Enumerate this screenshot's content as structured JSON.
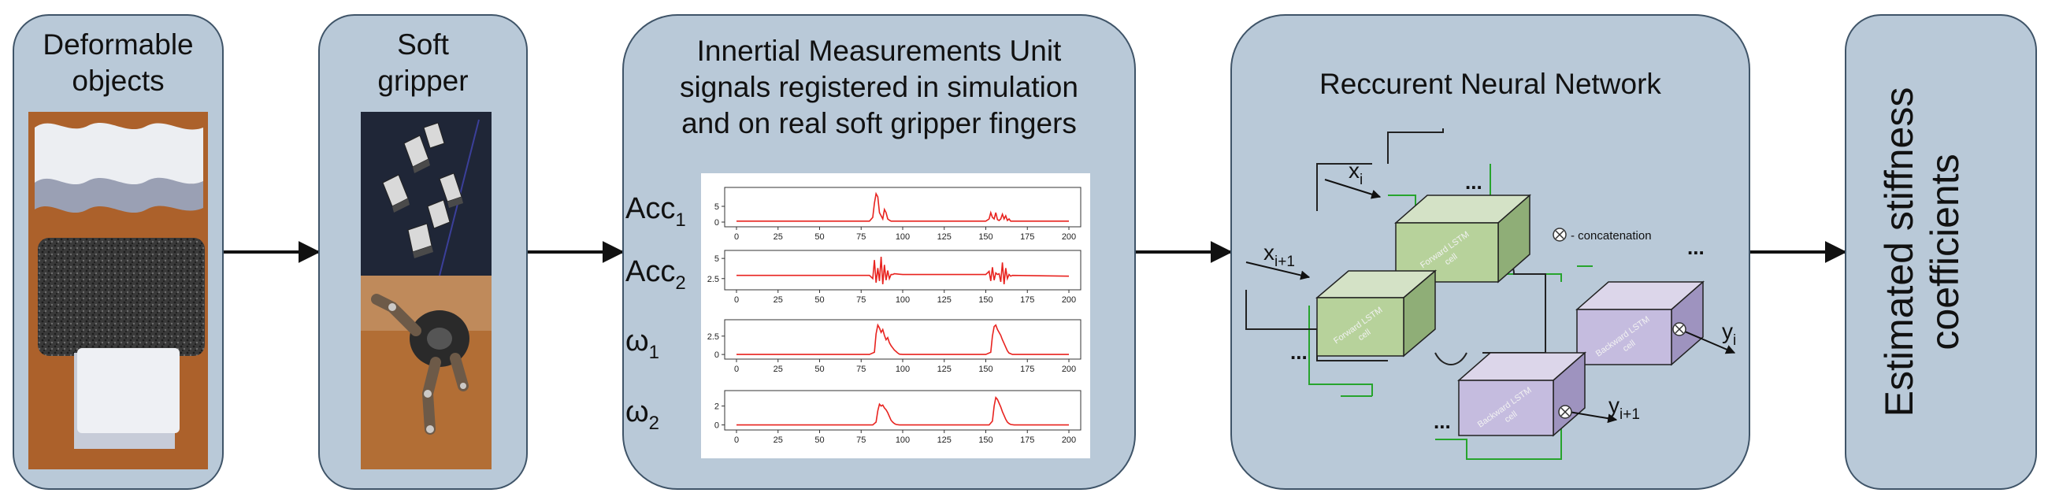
{
  "panels": {
    "deformable": {
      "title_line1": "Deformable",
      "title_line2": "objects"
    },
    "gripper": {
      "title_line1": "Soft",
      "title_line2": "gripper"
    },
    "imu": {
      "title_line1": "Innertial Measurements Unit",
      "title_line2": "signals registered in simulation",
      "title_line3": "and on real soft gripper fingers",
      "plot_labels": [
        {
          "main": "Acc",
          "sub": "1"
        },
        {
          "main": "Acc",
          "sub": "2"
        },
        {
          "main": "ω",
          "sub": "1"
        },
        {
          "main": "ω",
          "sub": "2"
        }
      ]
    },
    "rnn": {
      "title": "Reccurent Neural Network",
      "inputs": [
        {
          "main": "x",
          "sub": "i"
        },
        {
          "main": "x",
          "sub": "i+1"
        }
      ],
      "outputs": [
        {
          "main": "y",
          "sub": "i"
        },
        {
          "main": "y",
          "sub": "i+1"
        }
      ],
      "concat_label": "- concatenation",
      "forward_cell_label": [
        "Forward LSTM",
        "cell"
      ],
      "backward_cell_label": [
        "Backward LSTM",
        "cell"
      ],
      "ellipsis": "..."
    },
    "output": {
      "title_line1": "Estimated stiffness",
      "title_line2": "coefficients"
    }
  },
  "chart_data": [
    {
      "type": "line",
      "title": "",
      "xlim": [
        0,
        200
      ],
      "x_ticks": [
        0,
        25,
        50,
        75,
        100,
        125,
        150,
        175,
        200
      ],
      "y_ticks": [
        0,
        5
      ],
      "ylim": [
        -0.5,
        10
      ],
      "series": [
        {
          "color": "#e8231f",
          "x": [
            0,
            80,
            82,
            83,
            84,
            85,
            86,
            87,
            88,
            89,
            90,
            91,
            92,
            93,
            94,
            150,
            152,
            153,
            154,
            155,
            156,
            157,
            158,
            159,
            160,
            161,
            162,
            163,
            164,
            165,
            200
          ],
          "y": [
            0.3,
            0.3,
            1.5,
            6,
            9,
            8,
            3,
            2,
            1,
            4,
            3,
            1,
            0.6,
            0.3,
            0.3,
            0.3,
            1,
            3,
            1.5,
            1,
            3,
            0.8,
            0.5,
            1,
            2.5,
            1,
            2,
            0.5,
            1,
            0.3,
            0.3
          ]
        }
      ]
    },
    {
      "type": "line",
      "title": "",
      "xlim": [
        0,
        200
      ],
      "x_ticks": [
        0,
        25,
        50,
        75,
        100,
        125,
        150,
        175,
        200
      ],
      "y_ticks": [
        2.5,
        5.0
      ],
      "ylim": [
        1.5,
        5.6
      ],
      "series": [
        {
          "color": "#e8231f",
          "x": [
            0,
            40,
            80,
            82,
            83,
            84,
            85,
            86,
            87,
            88,
            89,
            90,
            91,
            92,
            93,
            94,
            95,
            100,
            125,
            150,
            152,
            153,
            154,
            155,
            156,
            157,
            158,
            159,
            160,
            161,
            162,
            163,
            164,
            165,
            166,
            200
          ],
          "y": [
            2.9,
            2.9,
            2.9,
            2.5,
            4.8,
            2.0,
            3.8,
            2.2,
            5.2,
            1.8,
            4.2,
            2.3,
            3.5,
            2.5,
            3.0,
            3.0,
            3.1,
            3.0,
            3.0,
            3.0,
            3.4,
            2.2,
            3.9,
            2.3,
            3.2,
            3.0,
            3.1,
            2.1,
            4.5,
            1.8,
            3.8,
            2.5,
            3.0,
            2.8,
            2.9,
            2.8
          ]
        }
      ]
    },
    {
      "type": "line",
      "title": "",
      "xlim": [
        0,
        200
      ],
      "x_ticks": [
        0,
        25,
        50,
        75,
        100,
        125,
        150,
        175,
        200
      ],
      "y_ticks": [
        0.0,
        2.5
      ],
      "ylim": [
        -0.2,
        4.3
      ],
      "series": [
        {
          "color": "#e8231f",
          "x": [
            0,
            80,
            83,
            84,
            85,
            86,
            87,
            88,
            89,
            90,
            91,
            92,
            93,
            94,
            95,
            96,
            97,
            98,
            100,
            150,
            153,
            154,
            155,
            156,
            157,
            158,
            159,
            160,
            161,
            162,
            163,
            164,
            166,
            200
          ],
          "y": [
            0,
            0,
            0.3,
            2.8,
            4.0,
            3.6,
            3.0,
            3.4,
            2.6,
            2.0,
            2.3,
            1.6,
            1.2,
            0.9,
            0.6,
            0.4,
            0.2,
            0.05,
            0,
            0,
            0.3,
            2.5,
            3.8,
            4.0,
            3.4,
            3.0,
            2.6,
            2.0,
            1.5,
            1.0,
            0.5,
            0.2,
            0,
            0
          ]
        }
      ]
    },
    {
      "type": "line",
      "title": "",
      "xlim": [
        0,
        200
      ],
      "x_ticks": [
        0,
        25,
        50,
        75,
        100,
        125,
        150,
        175,
        200
      ],
      "y_ticks": [
        0,
        2
      ],
      "ylim": [
        -0.2,
        3.3
      ],
      "series": [
        {
          "color": "#e8231f",
          "x": [
            0,
            82,
            84,
            85,
            86,
            87,
            88,
            89,
            90,
            91,
            92,
            93,
            94,
            95,
            96,
            98,
            100,
            152,
            154,
            155,
            156,
            157,
            158,
            159,
            160,
            161,
            162,
            163,
            164,
            165,
            167,
            200
          ],
          "y": [
            0,
            0,
            0.3,
            1.5,
            2.2,
            2.0,
            2.1,
            1.8,
            1.6,
            1.3,
            0.9,
            0.5,
            0.3,
            0.15,
            0.05,
            0,
            0,
            0,
            0.4,
            2.0,
            2.9,
            2.7,
            2.3,
            1.9,
            1.4,
            1.0,
            0.6,
            0.3,
            0.15,
            0.05,
            0,
            0
          ]
        }
      ]
    }
  ]
}
